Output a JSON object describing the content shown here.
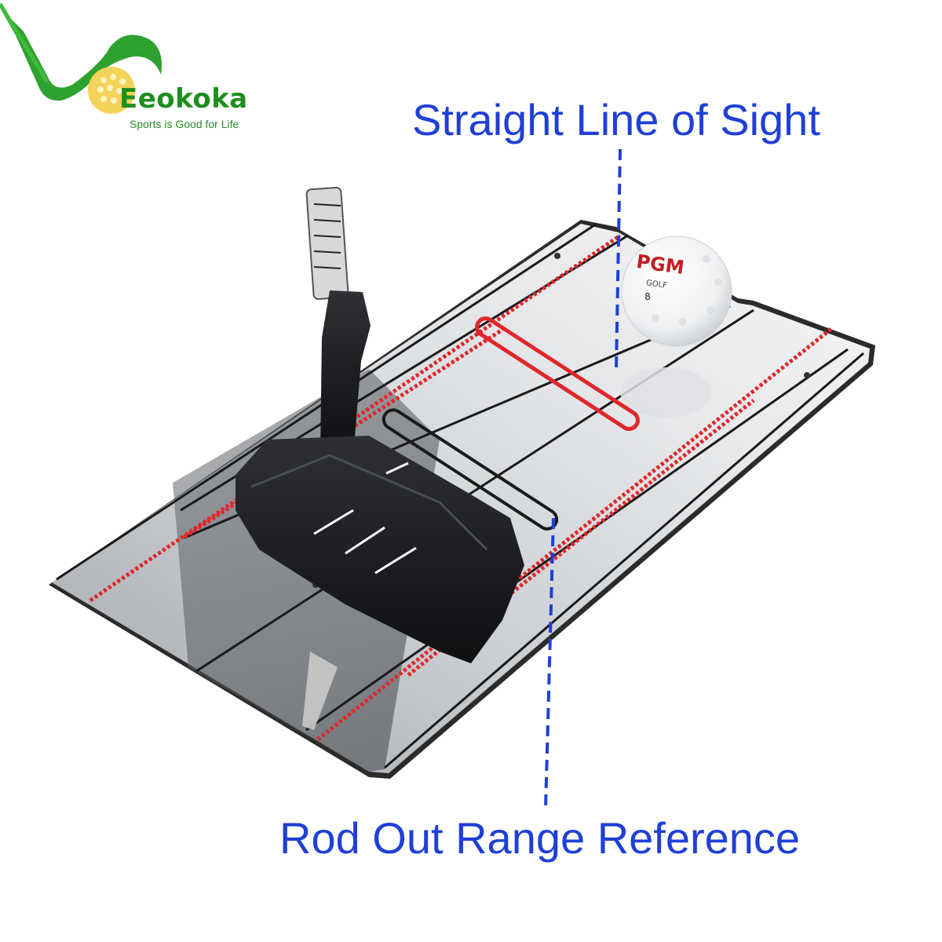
{
  "brand": {
    "name": "Eeokoka",
    "tagline": "Sports is Good for Life",
    "primary_color": "#1f8e1f",
    "accent_color": "#9ccc2c"
  },
  "annotations": {
    "line_of_sight": "Straight Line of Sight",
    "rod_out_range": "Rod Out Range Reference",
    "label_color": "#1f3fd6"
  },
  "ball": {
    "brand_text": "PGM",
    "sub_text": "GOLF",
    "number": "8"
  },
  "mirror": {
    "guide_color": "#e0262a"
  }
}
